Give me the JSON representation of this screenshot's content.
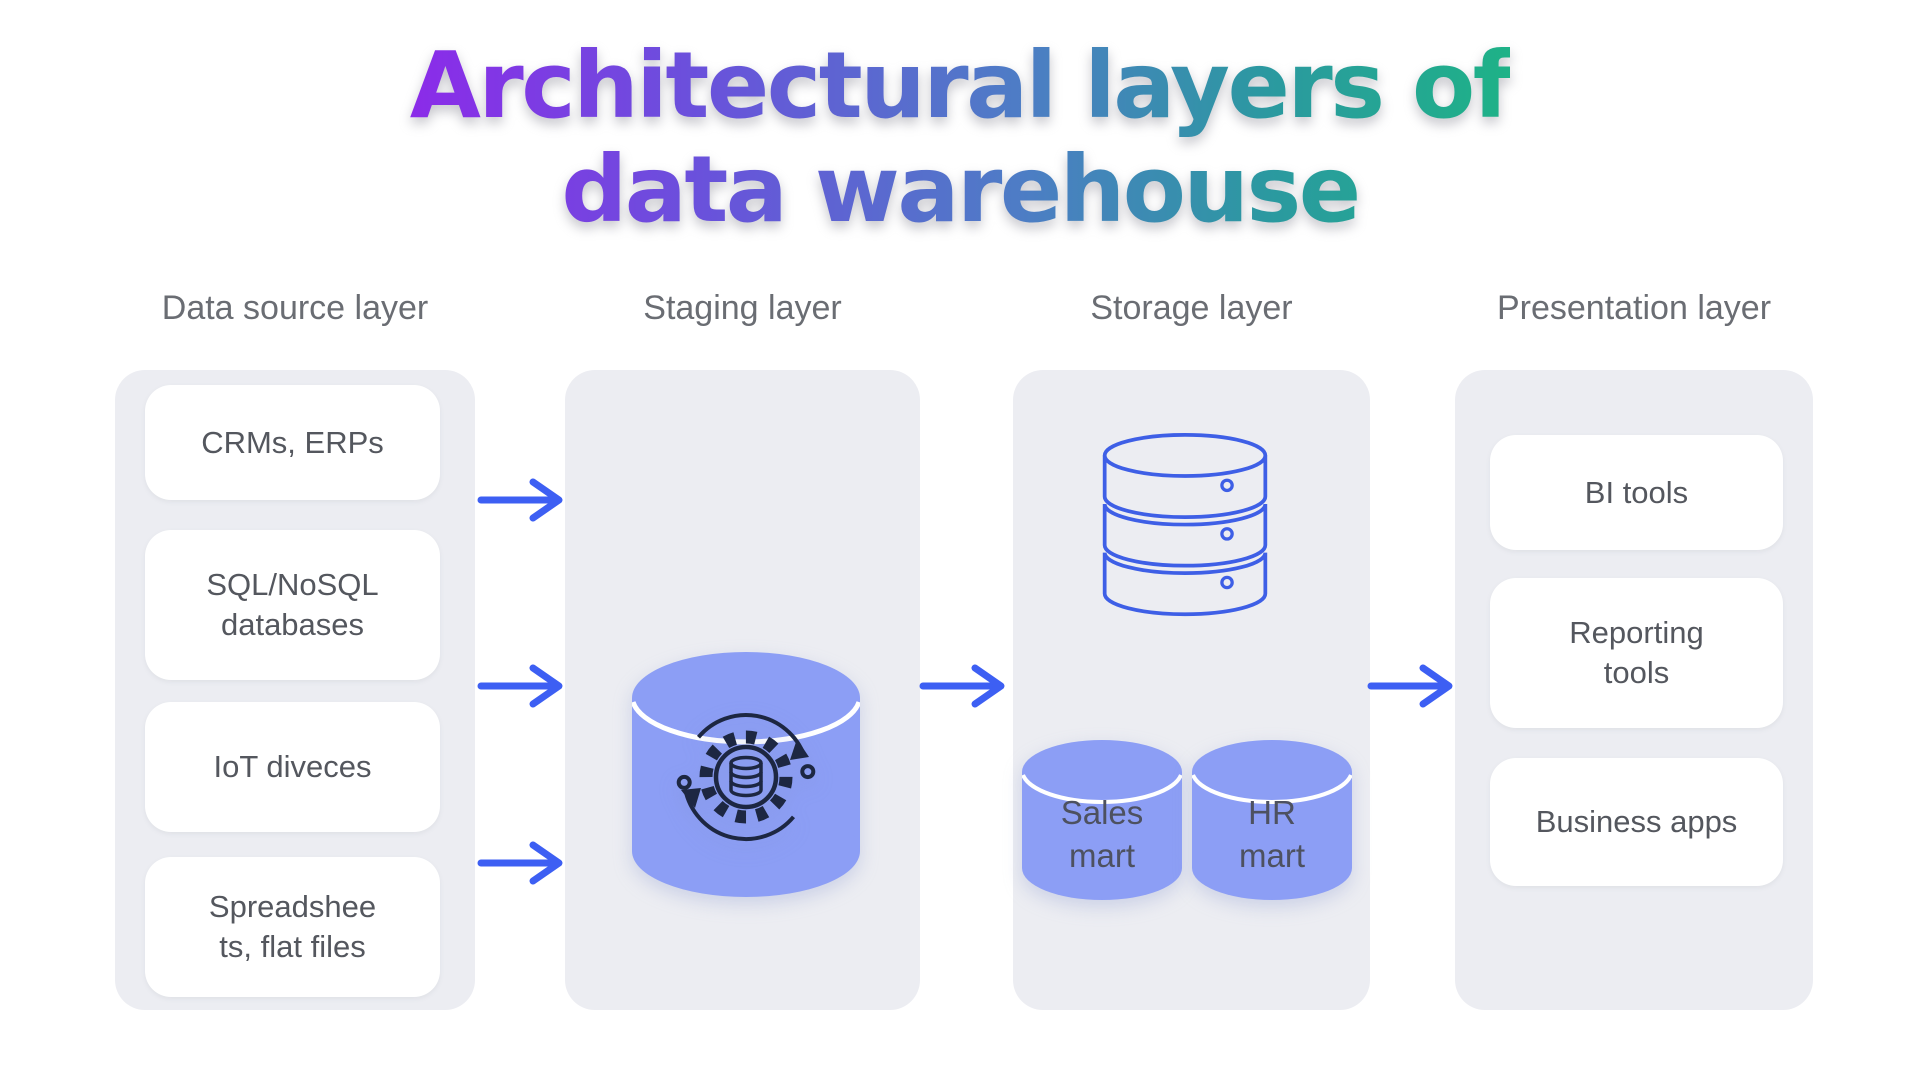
{
  "title": {
    "line1": "Architectural layers of",
    "line2": "data warehouse"
  },
  "columns": [
    {
      "header": "Data source layer",
      "cards": [
        "CRMs, ERPs",
        "SQL/NoSQL\ndatabases",
        "IoT diveces",
        "Spreadshee\nts, flat files"
      ]
    },
    {
      "header": "Staging layer",
      "icon": "etl-gear-database-sync-icon"
    },
    {
      "header": "Storage layer",
      "icon": "database-stack-icon",
      "marts": [
        "Sales\nmart",
        "HR\nmart"
      ]
    },
    {
      "header": "Presentation layer",
      "cards": [
        "BI tools",
        "Reporting\ntools",
        "Business apps"
      ]
    }
  ],
  "colors": {
    "title_gradient_start": "#8B2BE9",
    "title_gradient_mid": "#4E7CC6",
    "title_gradient_end": "#1EB287",
    "panel_bg": "#ECEDF2",
    "card_bg": "#FFFFFF",
    "header_text": "#6A6D73",
    "card_text": "#54575E",
    "mart_text": "#4D5160",
    "cylinder_fill": "#8C9EF5",
    "db_outline_blue": "#3E5FE6",
    "arrow_blue": "#3D5FF3",
    "icon_dark": "#1D2742"
  }
}
